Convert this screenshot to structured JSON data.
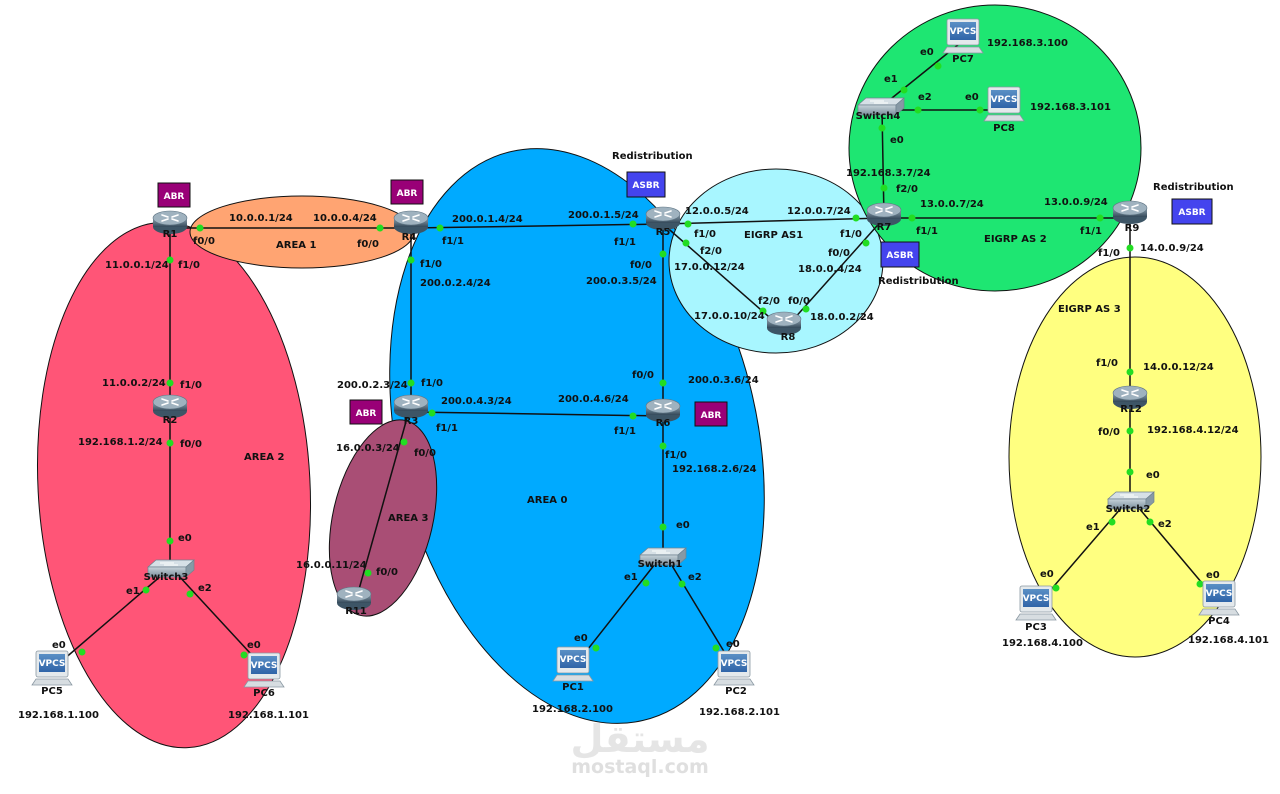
{
  "areas": [
    {
      "id": "area2",
      "label": "AREA 2",
      "color": "#ff5577"
    },
    {
      "id": "area1",
      "label": "AREA 1",
      "color": "#ffa472"
    },
    {
      "id": "area3",
      "label": "AREA 3",
      "color": "#a94e75"
    },
    {
      "id": "area0",
      "label": "AREA 0",
      "color": "#00aaff"
    },
    {
      "id": "eigrp1",
      "label": "EIGRP AS1",
      "color": "#a8f6ff"
    },
    {
      "id": "eigrp2",
      "label": "EIGRP AS 2",
      "color": "#1ee672"
    },
    {
      "id": "eigrp3",
      "label": "EIGRP AS 3",
      "color": "#ffff80"
    }
  ],
  "routers": {
    "R1": "R1",
    "R2": "R2",
    "R3": "R3",
    "R4": "R4",
    "R5": "R5",
    "R6": "R6",
    "R7": "R7",
    "R8": "R8",
    "R9": "R9",
    "R11": "R11",
    "R12": "R12"
  },
  "switches": {
    "Switch1": "Switch1",
    "Switch2": "Switch2",
    "Switch3": "Switch3",
    "Switch4": "Switch4"
  },
  "pcs": {
    "PC1": {
      "name": "PC1",
      "ip": "192.168.2.100"
    },
    "PC2": {
      "name": "PC2",
      "ip": "192.168.2.101"
    },
    "PC3": {
      "name": "PC3",
      "ip": "192.168.4.100"
    },
    "PC4": {
      "name": "PC4",
      "ip": "192.168.4.101"
    },
    "PC5": {
      "name": "PC5",
      "ip": "192.168.1.100"
    },
    "PC6": {
      "name": "PC6",
      "ip": "192.168.1.101"
    },
    "PC7": {
      "name": "PC7",
      "ip": "192.168.3.100"
    },
    "PC8": {
      "name": "PC8",
      "ip": "192.168.3.101"
    }
  },
  "vpcs_text": "VPCS",
  "tags": {
    "abr": "ABR",
    "asbr": "ASBR"
  },
  "redistribution": "Redistribution",
  "labels": {
    "r1_ip": "10.0.0.1/24",
    "r4_ip_a1": "10.0.0.4/24",
    "r1_f00": "f0/0",
    "r4_f00": "f0/0",
    "r1_ip2": "11.0.0.1/24",
    "r1_f10": "f1/0",
    "r2_ip1": "11.0.0.2/24",
    "r2_f10": "f1/0",
    "r2_ip2": "192.168.1.2/24",
    "r2_f00": "f0/0",
    "sw3_e0": "e0",
    "sw3_e1": "e1",
    "sw3_e2": "e2",
    "pc5_e0": "e0",
    "pc6_e0": "e0",
    "r4_ip_r5": "200.0.1.4/24",
    "r4_f11": "f1/1",
    "r4_f10": "f1/0",
    "r4_ip_r3": "200.0.2.4/24",
    "r3_ip_r4": "200.0.2.3/24",
    "r3_f10": "f1/0",
    "r3_ip_r6": "200.0.4.3/24",
    "r3_f11": "f1/1",
    "r3_ip_r11": "16.0.0.3/24",
    "r3_f00": "f0/0",
    "r11_ip": "16.0.0.11/24",
    "r11_f00": "f0/0",
    "r5_ip_r4": "200.0.1.5/24",
    "r5_f11": "f1/1",
    "r5_f00": "f0/0",
    "r5_ip_r6": "200.0.3.5/24",
    "r5_ip_r7": "12.0.0.5/24",
    "r5_f10": "f1/0",
    "r5_f20": "f2/0",
    "r5_ip_r8": "17.0.0.12/24",
    "r6_ip_r3": "200.0.4.6/24",
    "r6_f11": "f1/1",
    "r6_f00": "f0/0",
    "r6_ip_r5": "200.0.3.6/24",
    "r6_f10": "f1/0",
    "r6_ip_sw1": "192.168.2.6/24",
    "sw1_e0": "e0",
    "sw1_e1": "e1",
    "sw1_e2": "e2",
    "pc1_e0": "e0",
    "pc2_e0": "e0",
    "r8_f20": "f2/0",
    "r8_f00": "f0/0",
    "r8_ip_r5": "17.0.0.10/24",
    "r8_ip_r7": "18.0.0.2/24",
    "r7_ip_r5": "12.0.0.7/24",
    "r7_f10": "f1/0",
    "r7_f00": "f0/0",
    "r7_ip_r8": "18.0.0.4/24",
    "r7_ip_sw4": "192.168.3.7/24",
    "r7_f20": "f2/0",
    "r7_ip_r9": "13.0.0.7/24",
    "r7_f11": "f1/1",
    "sw4_e0": "e0",
    "sw4_e1": "e1",
    "sw4_e2": "e2",
    "pc7_e0": "e0",
    "pc8_e0": "e0",
    "r9_ip_r7": "13.0.0.9/24",
    "r9_f11": "f1/1",
    "r9_f10": "f1/0",
    "r9_ip_r12": "14.0.0.9/24",
    "r12_f10": "f1/0",
    "r12_ip_r9": "14.0.0.12/24",
    "r12_f00": "f0/0",
    "r12_ip_sw2": "192.168.4.12/24",
    "sw2_e0": "e0",
    "sw2_e1": "e1",
    "sw2_e2": "e2",
    "pc3_e0": "e0",
    "pc4_e0": "e0"
  },
  "watermark": {
    "arabic": "مستقل",
    "latin": "mostaql.com"
  }
}
